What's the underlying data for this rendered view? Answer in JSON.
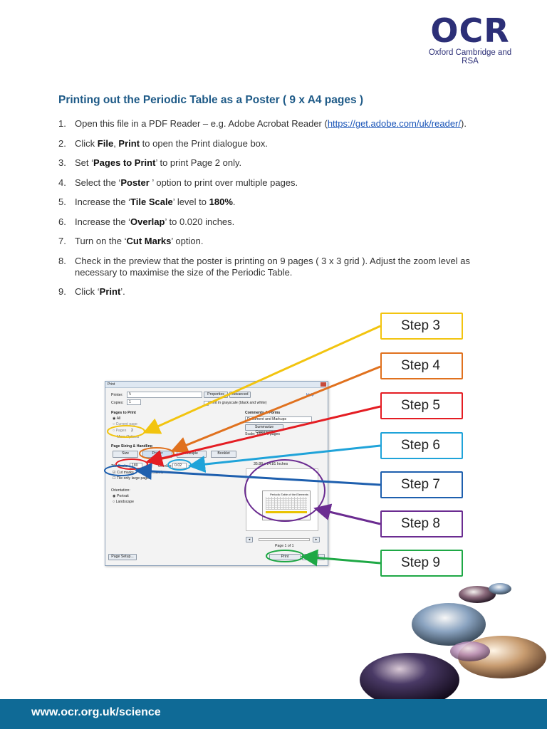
{
  "logo": {
    "mark": "OCR",
    "subtitle": "Oxford Cambridge and RSA"
  },
  "title": "Printing out the Periodic Table as a Poster ( 9 x A4 pages )",
  "steps": [
    {
      "num": "1.",
      "pre": "Open this file in a PDF Reader – e.g. Adobe Acrobat Reader (",
      "link": "https://get.adobe.com/uk/reader/",
      "post": ")."
    },
    {
      "num": "2.",
      "pre": "Click ",
      "b1": "File",
      "mid": ", ",
      "b2": "Print",
      "post": " to open the Print dialogue box."
    },
    {
      "num": "3.",
      "pre": "Set ‘",
      "b1": "Pages to Print",
      "post": "’ to print Page 2 only."
    },
    {
      "num": "4.",
      "pre": "Select the ‘",
      "b1": "Poster",
      "post": " ’ option to print over multiple pages."
    },
    {
      "num": "5.",
      "pre": "Increase the ‘",
      "b1": "Tile Scale",
      "mid": "’ level to ",
      "b2": "180%",
      "post": "."
    },
    {
      "num": "6.",
      "pre": "Increase the ‘",
      "b1": "Overlap",
      "post": "’ to 0.020 inches."
    },
    {
      "num": "7.",
      "pre": "Turn on the ‘",
      "b1": "Cut Marks",
      "post": "’ option."
    },
    {
      "num": "8.",
      "pre": "Check in the preview that the poster is printing on 9 pages ( 3 x 3 grid ). Adjust the zoom level as necessary to maximise the size of the Periodic Table."
    },
    {
      "num": "9.",
      "pre": "Click ‘",
      "b1": "Print",
      "post": "’."
    }
  ],
  "callouts": [
    {
      "label": "Step 3",
      "color": "#f2c40f"
    },
    {
      "label": "Step 4",
      "color": "#e0711e"
    },
    {
      "label": "Step 5",
      "color": "#e41d23"
    },
    {
      "label": "Step 6",
      "color": "#1fa3d9"
    },
    {
      "label": "Step 7",
      "color": "#1e5fae"
    },
    {
      "label": "Step 8",
      "color": "#6b2c91"
    },
    {
      "label": "Step 9",
      "color": "#1ea845"
    }
  ],
  "dialog": {
    "title": "Print",
    "printer_label": "Printer:",
    "printer_value": "\\\\",
    "properties_btn": "Properties",
    "advanced_btn": "Advanced",
    "help": "Help",
    "copies_label": "Copies:",
    "copies_value": "1",
    "grayscale": "Print in grayscale (black and white)",
    "pages_heading": "Pages to Print",
    "opt_all": "All",
    "opt_current": "Current page",
    "opt_pages": "Pages",
    "pages_value": "2",
    "more_options": "More Options",
    "comments_heading": "Comments & Forms",
    "comments_value": "Document and Markups",
    "summarize_btn": "Summarize Comments",
    "scale_text": "Scale: 180% 9 pages",
    "sizing_heading": "Page Sizing & Handling",
    "btn_size": "Size",
    "btn_poster": "Poster",
    "btn_multiple": "Multiple",
    "btn_booklet": "Booklet",
    "tile_scale_label": "Tile Scale:",
    "tile_scale_value": "180",
    "overlap_label": "Overlap:",
    "overlap_value": "0.02",
    "cut_marks": "Cut marks",
    "labels": "Labels",
    "tile_large": "Tile only large pages",
    "orientation_heading": "Orientation:",
    "portrait": "Portrait",
    "landscape": "Landscape",
    "preview_size": "35.88 x 24.81 Inches",
    "preview_title": "Periodic Table of the Elements",
    "page_of": "Page 1 of 1",
    "page_setup_btn": "Page Setup...",
    "print_btn": "Print",
    "cancel_btn": "Cancel"
  },
  "footer": {
    "link": "www.ocr.org.uk/science"
  }
}
